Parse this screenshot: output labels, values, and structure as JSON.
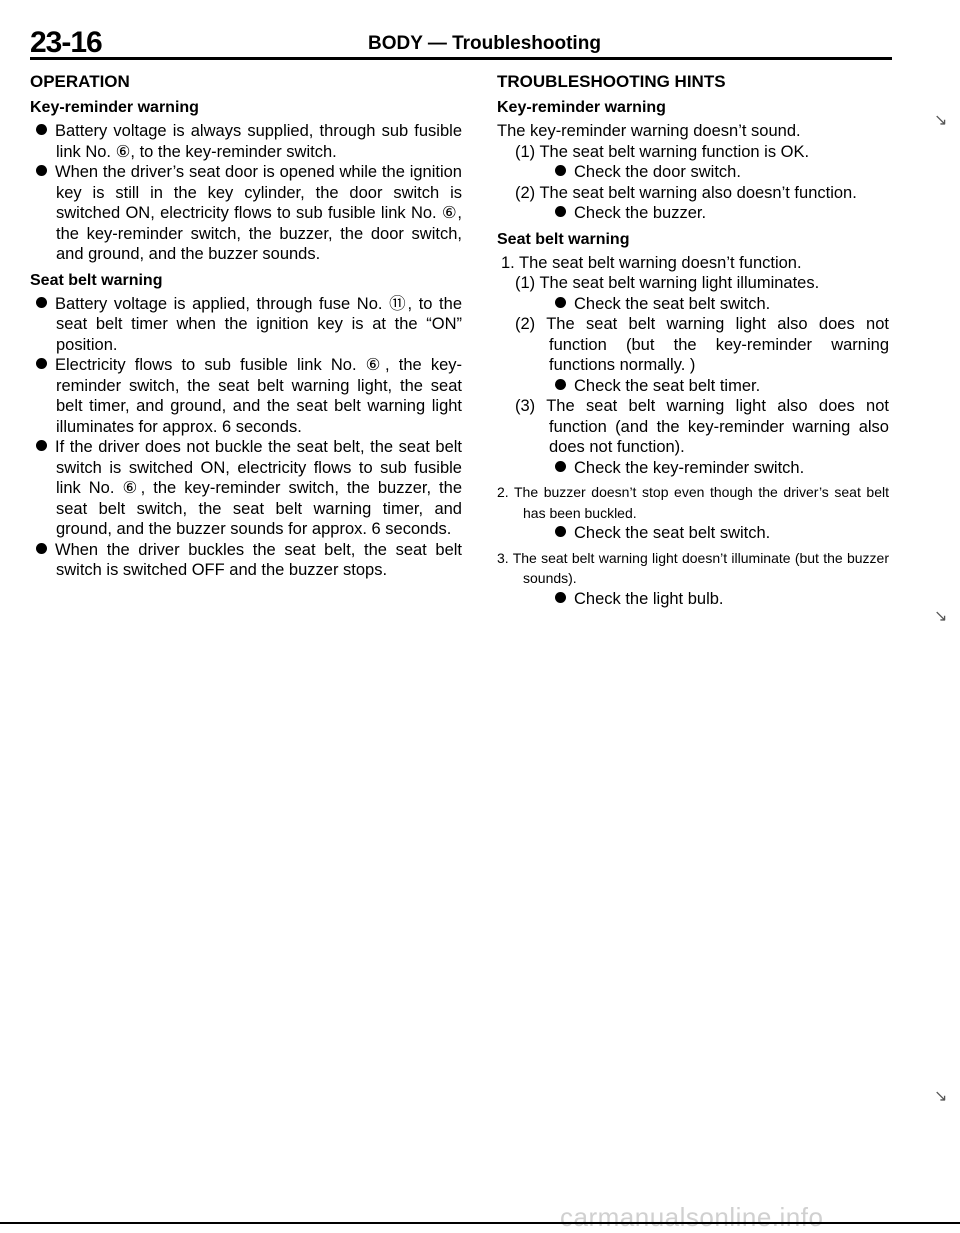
{
  "header": {
    "page_number": "23-16",
    "title": "BODY — Troubleshooting"
  },
  "left": {
    "heading": "OPERATION",
    "sub1": "Key-reminder warning",
    "p1": "Battery voltage is always supplied, through sub fusible link No. ⑥, to the key-reminder switch.",
    "p2": "When the driver’s seat door is opened while the ignition key is still in the key cylinder, the door switch is switched ON, electricity flows to sub fusible link No. ⑥, the key-reminder switch, the buzzer, the door switch, and ground, and the buzzer sounds.",
    "sub2": "Seat belt warning",
    "p3": "Battery voltage is applied, through fuse No. ⑪, to the seat belt timer when the ignition key is at the “ON” position.",
    "p4": "Electricity flows to sub fusible link No. ⑥, the key-reminder switch, the seat belt warning light, the seat belt timer, and ground, and the seat belt warning light illuminates for approx. 6 seconds.",
    "p5": "If the driver does not buckle the seat belt, the seat belt switch is switched ON, electricity flows to sub fusible link No. ⑥, the key-reminder switch, the buzzer, the seat belt switch, the seat belt warning timer, and ground, and the buzzer sounds for approx. 6 seconds.",
    "p6": "When the driver buckles the seat belt, the seat belt switch is switched OFF and the buzzer stops."
  },
  "right": {
    "heading": "TROUBLESHOOTING HINTS",
    "sub1": "Key-reminder warning",
    "r1": "The key-reminder warning doesn’t sound.",
    "r2": "(1) The seat belt warning function is OK.",
    "r3": "Check the door switch.",
    "r4": "(2) The seat belt warning also doesn’t function.",
    "r5": "Check the buzzer.",
    "sub2": "Seat belt warning",
    "r6": "1. The seat belt warning doesn’t function.",
    "r7": "(1) The seat belt warning light illuminates.",
    "r8": "Check the seat belt switch.",
    "r9": "(2) The seat belt warning light also does not function (but the key-reminder warning functions normally. )",
    "r10": "Check the seat belt timer.",
    "r11": "(3) The seat belt warning light also does not function (and the key-reminder warning also does not function).",
    "r12": "Check the key-reminder switch.",
    "r13": "2. The buzzer doesn’t stop even though the driver’s seat belt has been buckled.",
    "r14": "Check the seat belt switch.",
    "r15": "3. The seat belt warning light doesn’t illuminate (but the buzzer sounds).",
    "r16": "Check the light bulb."
  },
  "watermark": "carmanualsonline.info"
}
